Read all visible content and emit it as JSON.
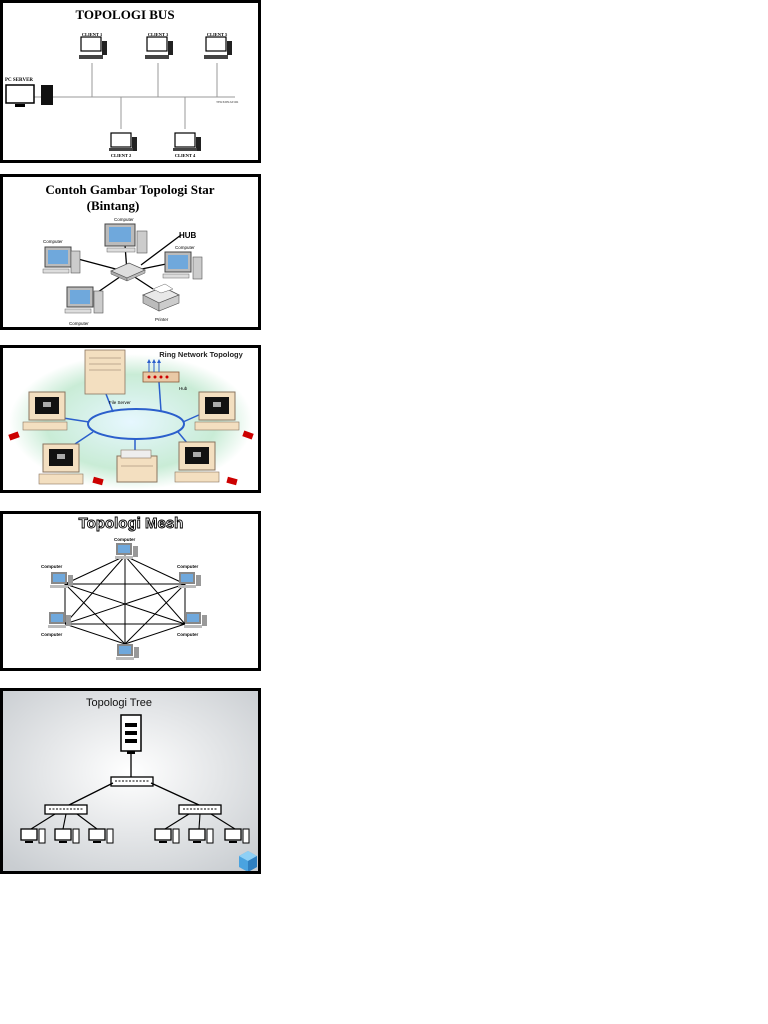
{
  "bus": {
    "title": "TOPOLOGI BUS",
    "server_label": "PC SERVER",
    "terminator_label": "TERMINATOR",
    "clients": [
      "CLIENT 1",
      "CLIENT 3",
      "CLIENT 5",
      "CLIENT 2",
      "CLIENT 4"
    ]
  },
  "star": {
    "title_line1": "Contoh Gambar Topologi Star",
    "title_line2": "(Bintang)",
    "hub_label": "HUB",
    "computer_label": "Computer",
    "printer_label": "Printer"
  },
  "ring": {
    "title": "Ring Network Topology",
    "file_server_label": "File Server",
    "hub_label": "Hub"
  },
  "mesh": {
    "title": "Topologi Mesh",
    "computer_label": "Computer"
  },
  "tree": {
    "title": "Topologi  Tree"
  },
  "colors": {
    "ring_background": "#c9ecd6",
    "ring_line": "#2b5fcc",
    "screen_blue": "#6fa8dc",
    "tree_background": "#e6e8ea"
  }
}
